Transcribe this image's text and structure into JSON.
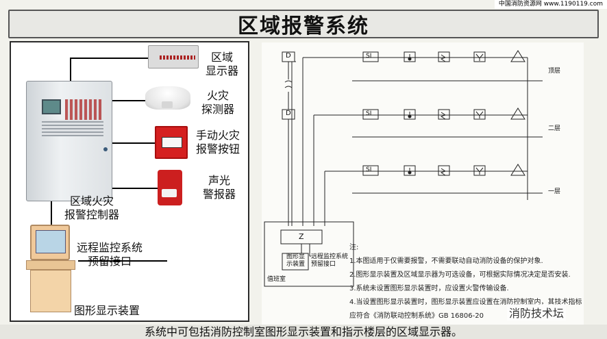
{
  "watermark_top": "中国消防资源网 www.1190119.com",
  "title": "区域报警系统",
  "left": {
    "zone_display_label": [
      "区域",
      "显示器"
    ],
    "detector_label": [
      "火灾",
      "探测器"
    ],
    "call_point_label": [
      "手动火灾",
      "报警按钮"
    ],
    "sounder_label": [
      "声光",
      "警报器"
    ],
    "controller_label": [
      "区域火灾",
      "报警控制器"
    ],
    "remote_label": [
      "远程监控系统",
      "预留接口"
    ],
    "graphic_display_label": "图形显示装置"
  },
  "right": {
    "floors": [
      "顶层",
      "二层",
      "一层"
    ],
    "d_box": "D",
    "si_box": "SI",
    "z_box": "Z",
    "graphic_box": [
      "图形显",
      "示装置"
    ],
    "remote_box": [
      "远程监控系统",
      "预留接口"
    ],
    "duty_room": "值班室",
    "notes_title": "注:",
    "notes": [
      "1.本图适用于仅需要报警，不需要联动自动消防设备的保护对象.",
      "2.图形显示装置及区域显示器为可选设备，可根据实际情况决定是否安装.",
      "3.系统未设置图形显示装置时，应设置火警传输设备.",
      "4.当设置图形显示装置时，图形显示装置应设置在消防控制室内，其技术指标",
      "   应符合《消防联动控制系统》GB 16806-20"
    ]
  },
  "caption": "系统中可包括消防控制室图形显示装置和指示楼层的区域显示器。",
  "watermark_bottom": "消防技术坛"
}
